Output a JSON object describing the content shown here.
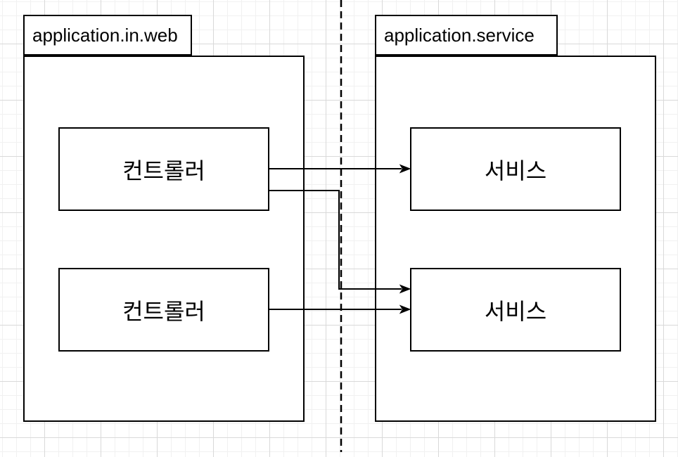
{
  "diagram": {
    "packages": [
      {
        "name": "application.in.web",
        "nodes": [
          {
            "label": "컨트롤러"
          },
          {
            "label": "컨트롤러"
          }
        ]
      },
      {
        "name": "application.service",
        "nodes": [
          {
            "label": "서비스"
          },
          {
            "label": "서비스"
          }
        ]
      }
    ],
    "connectors": [
      {
        "from": "컨트롤러 (top)",
        "to": "서비스 (top)",
        "style": "straight-arrow"
      },
      {
        "from": "컨트롤러 (top)",
        "to": "서비스 (bottom)",
        "style": "elbow-arrow"
      },
      {
        "from": "컨트롤러 (bottom)",
        "to": "서비스 (bottom)",
        "style": "straight-arrow"
      }
    ],
    "separator": {
      "style": "vertical-dashed-line"
    },
    "colors": {
      "stroke": "#000000",
      "shape_fill": "#ffffff",
      "background": "#ffffff",
      "grid_minor": "#f1f1f1",
      "grid_major": "#d9d9d9"
    }
  }
}
